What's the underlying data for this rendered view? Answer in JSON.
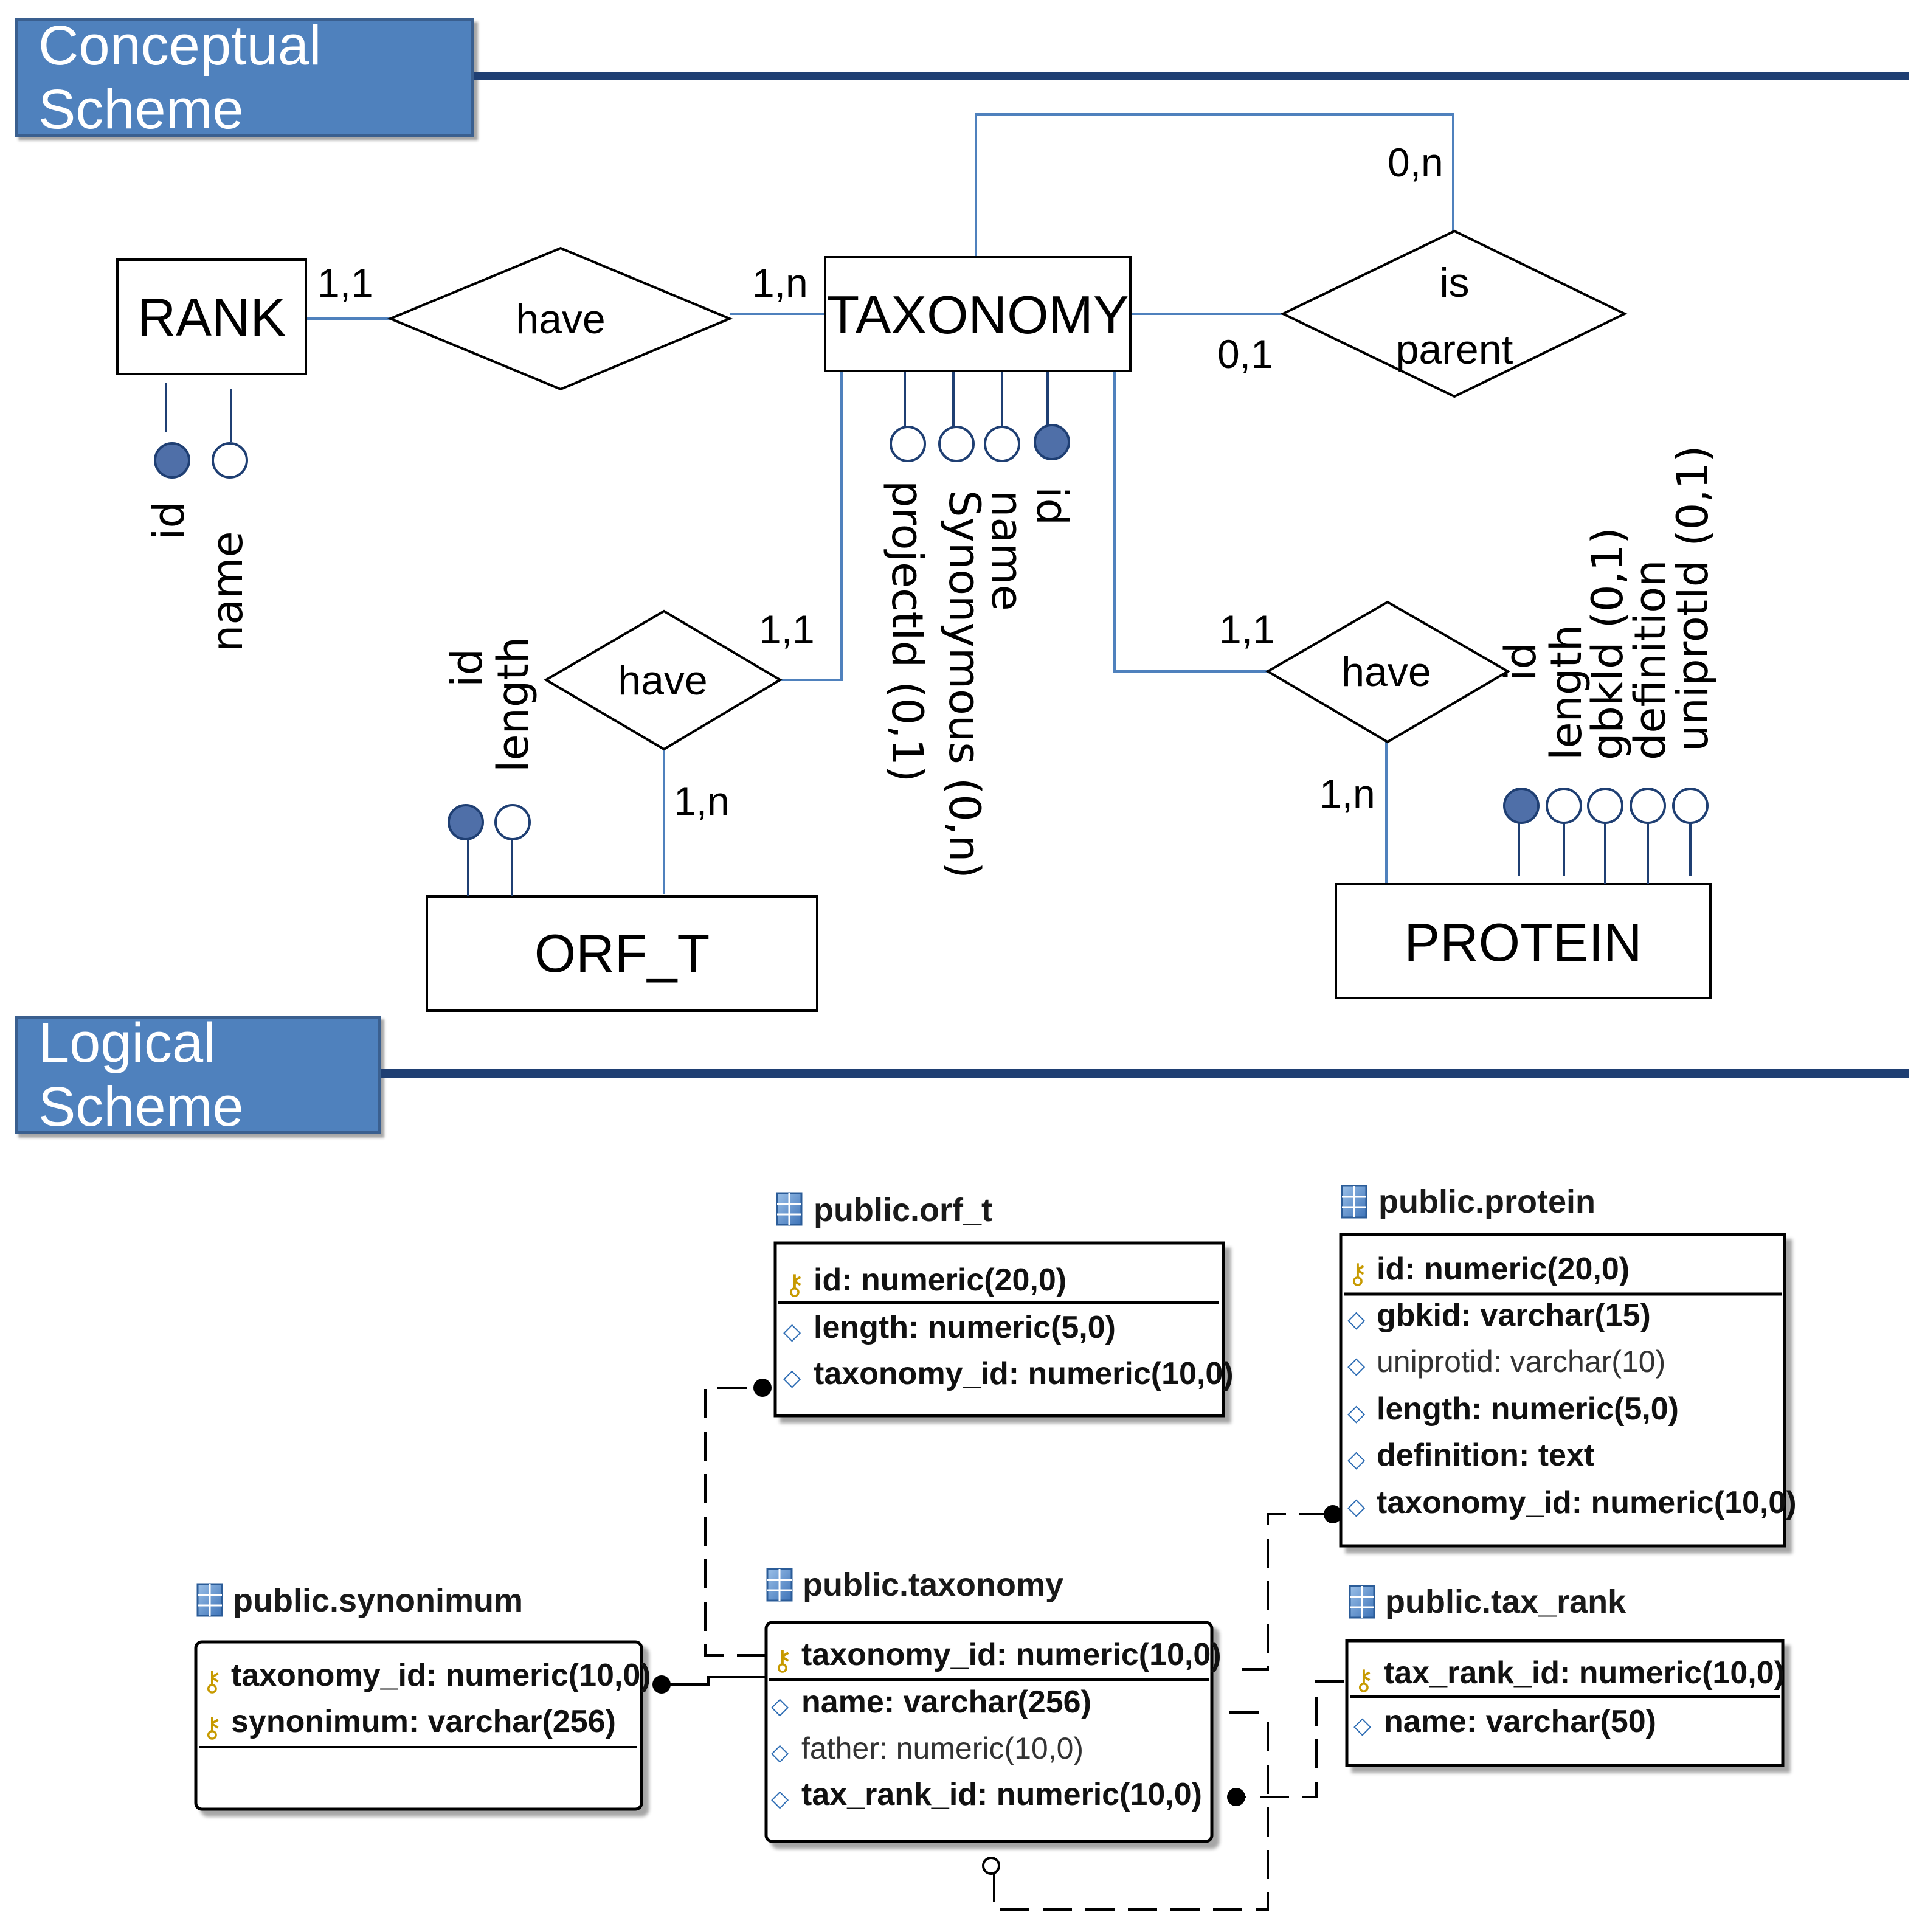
{
  "sections": {
    "conceptual": "Conceptual Scheme",
    "logical": "Logical Scheme"
  },
  "colors": {
    "banner": "#4f81bd",
    "rule": "#1f3f73",
    "line": "#4f81bd",
    "attr_fill": "#4f6fa8"
  },
  "conceptual": {
    "entities": {
      "rank": "RANK",
      "taxonomy": "TAXONOMY",
      "orf_t": "ORF_T",
      "protein": "PROTEIN"
    },
    "relationships": {
      "have_rank": "have",
      "is_parent_1": "is",
      "is_parent_2": "parent",
      "have_orf": "have",
      "have_protein": "have"
    },
    "cardinalities": {
      "rank_have": "1,1",
      "have_taxonomy": "1,n",
      "recursive_top": "0,n",
      "recursive_side": "0,1",
      "orf_have_taxonomy": "1,1",
      "orf_have_orf": "1,n",
      "protein_have_taxonomy": "1,1",
      "protein_have_protein": "1,n"
    },
    "attributes": {
      "rank": [
        "id",
        "name"
      ],
      "taxonomy": [
        "projectId (0,1)",
        "Synonymous (0,n)",
        "name",
        "id"
      ],
      "orf_t": [
        "id",
        "length"
      ],
      "protein": [
        "id",
        "length",
        "gbkId (0,1)",
        "definition",
        "uniprotId (0,1)"
      ]
    }
  },
  "logical": {
    "tables": {
      "orf_t": {
        "title": "public.orf_t",
        "fields": [
          "id: numeric(20,0)",
          "length: numeric(5,0)",
          "taxonomy_id: numeric(10,0)"
        ]
      },
      "protein": {
        "title": "public.protein",
        "fields": [
          "id: numeric(20,0)",
          "gbkid: varchar(15)",
          "uniprotid: varchar(10)",
          "length: numeric(5,0)",
          "definition: text",
          "taxonomy_id: numeric(10,0)"
        ]
      },
      "synonimum": {
        "title": "public.synonimum",
        "fields": [
          "taxonomy_id: numeric(10,0)",
          "synonimum: varchar(256)"
        ]
      },
      "taxonomy": {
        "title": "public.taxonomy",
        "fields": [
          "taxonomy_id: numeric(10,0)",
          "name: varchar(256)",
          "father: numeric(10,0)",
          "tax_rank_id: numeric(10,0)"
        ]
      },
      "tax_rank": {
        "title": "public.tax_rank",
        "fields": [
          "tax_rank_id: numeric(10,0)",
          "name: varchar(50)"
        ]
      }
    }
  }
}
